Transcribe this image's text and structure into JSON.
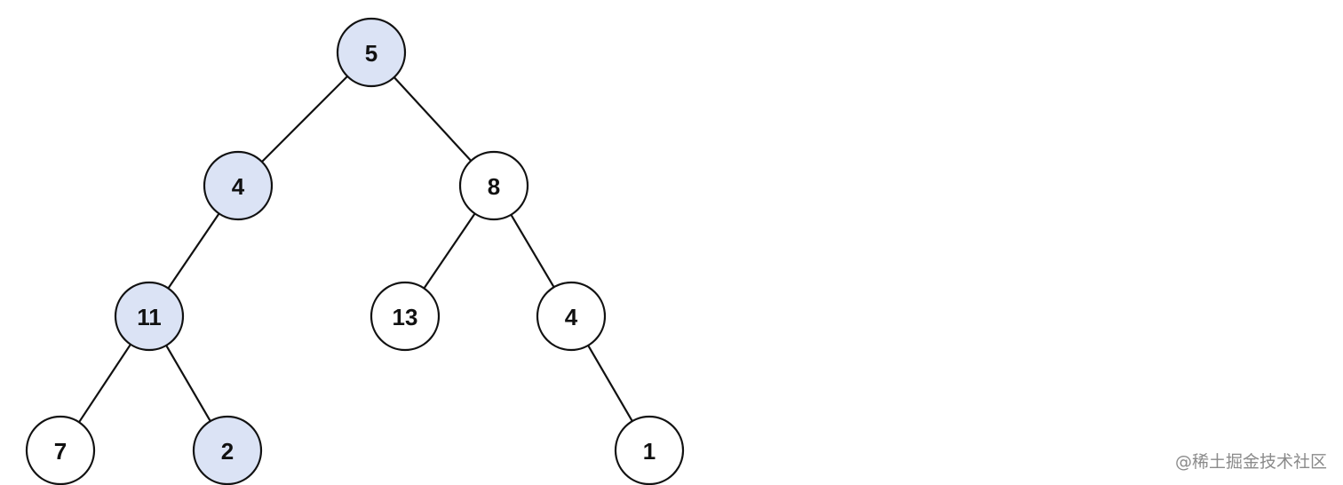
{
  "tree": {
    "highlight_color": "#dbe3f5",
    "default_fill": "#ffffff",
    "stroke_color": "#111111",
    "nodes": [
      {
        "id": "n5",
        "value": "5",
        "highlighted": true
      },
      {
        "id": "n4",
        "value": "4",
        "highlighted": true
      },
      {
        "id": "n8",
        "value": "8",
        "highlighted": false
      },
      {
        "id": "n11",
        "value": "11",
        "highlighted": true
      },
      {
        "id": "n13",
        "value": "13",
        "highlighted": false
      },
      {
        "id": "n4b",
        "value": "4",
        "highlighted": false
      },
      {
        "id": "n7",
        "value": "7",
        "highlighted": false
      },
      {
        "id": "n2",
        "value": "2",
        "highlighted": true
      },
      {
        "id": "n1",
        "value": "1",
        "highlighted": false
      }
    ],
    "edges": [
      {
        "from": "n5",
        "to": "n4"
      },
      {
        "from": "n5",
        "to": "n8"
      },
      {
        "from": "n4",
        "to": "n11"
      },
      {
        "from": "n8",
        "to": "n13"
      },
      {
        "from": "n8",
        "to": "n4b"
      },
      {
        "from": "n11",
        "to": "n7"
      },
      {
        "from": "n11",
        "to": "n2"
      },
      {
        "from": "n4b",
        "to": "n1"
      }
    ]
  },
  "watermark": {
    "text": "@稀土掘金技术社区"
  }
}
